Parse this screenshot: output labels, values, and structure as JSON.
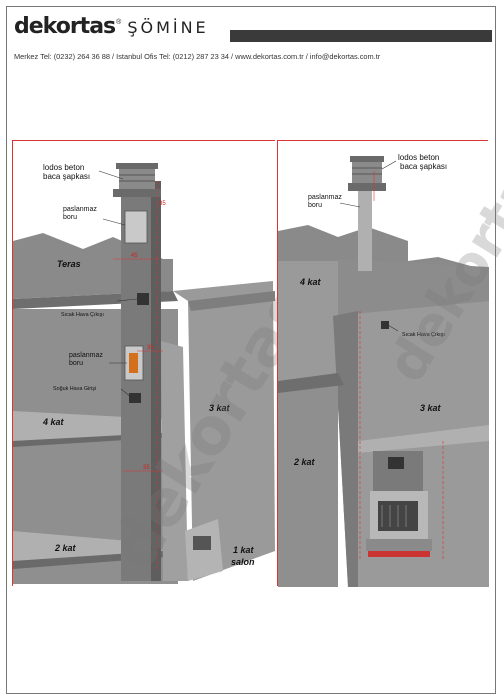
{
  "header": {
    "brand": "dekortas",
    "brand_mark": "®",
    "brand_sub": "ŞÖMİNE",
    "contact": "Merkez Tel: (0232) 264 36 88  /   Istanbul Ofis Tel: (0212) 287 23 34  / www.dekortas.com.tr / info@dekortas.com.tr"
  },
  "left_panel": {
    "cap_label_1": "lodos beton",
    "cap_label_2": "baca şapkası",
    "pipe_label_1": "paslanmaz",
    "pipe_label_2": "boru",
    "terrace": "Teras",
    "hot_air_outlet": "Sıcak Hava Çıkışı",
    "pipe2_label_1": "paslanmaz",
    "pipe2_label_2": "boru",
    "cold_air_inlet": "Soğuk Hava Girişi",
    "floor_4": "4 kat",
    "floor_3": "3 kat",
    "floor_2": "2 kat",
    "floor_1a": "1 kat",
    "floor_1b": "salon",
    "dim_45": "45",
    "dim_35a": "35",
    "dim_35b": "35",
    "dim_35c": "35"
  },
  "right_panel": {
    "cap_label_1": "lodos beton",
    "cap_label_2": "baca şapkası",
    "pipe_label_1": "paslanmaz",
    "pipe_label_2": "boru",
    "hot_air_outlet": "Sıcak Hava Çıkışı",
    "floor_4": "4 kat",
    "floor_3": "3 kat",
    "floor_2": "2 kat"
  },
  "colors": {
    "frame_red": "#d33333",
    "wall_grey": "#8c8c8c",
    "wall_dark": "#6e6e6e",
    "wall_light": "#a6a6a6"
  }
}
